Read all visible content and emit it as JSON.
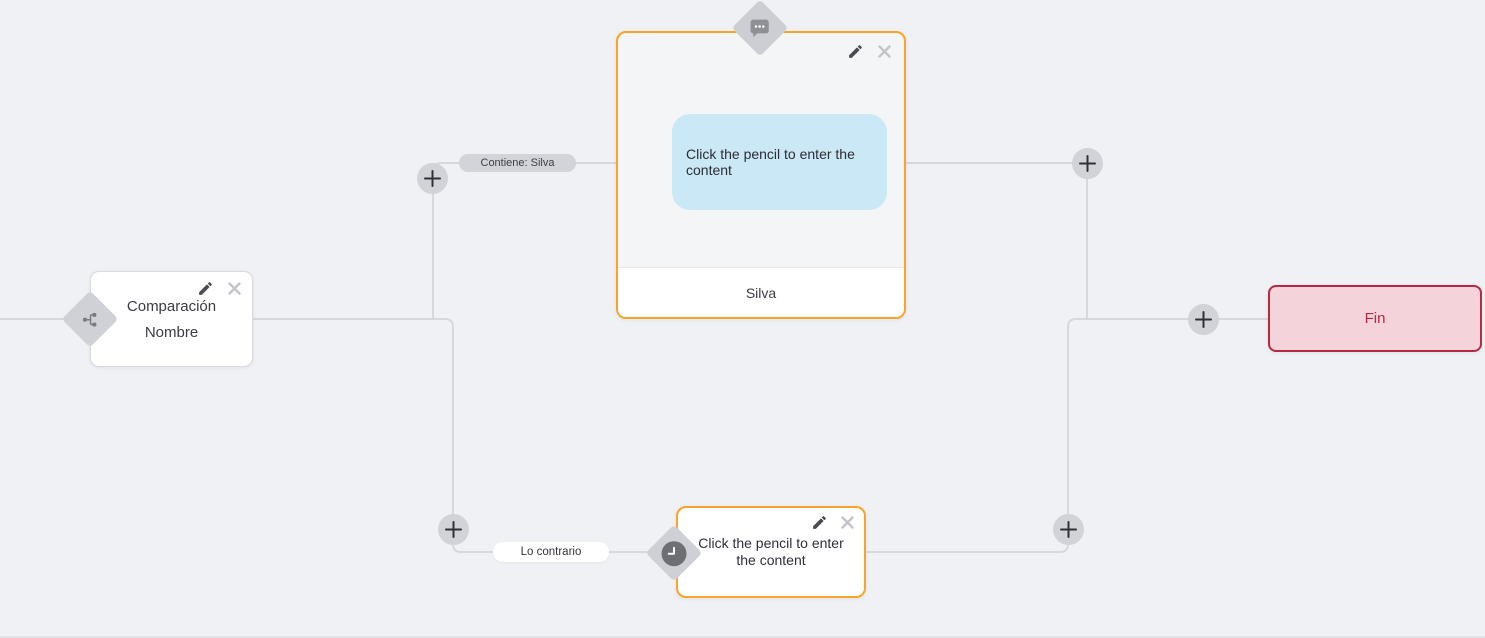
{
  "app": {
    "background_color": "#eff1f4",
    "connector_color": "#d7d8dd",
    "accent_orange": "#f7a42a",
    "accent_red": "#b32b45",
    "bubble_blue": "#cbe8f6",
    "end_fill": "#f4d3da"
  },
  "nodes": {
    "condition": {
      "title_line1": "Comparación",
      "title_line2": "Nombre",
      "type_icon": "branch-icon"
    },
    "message": {
      "bubble_text": "Click the pencil to enter the content",
      "footer_label": "Silva",
      "type_icon": "chat-icon"
    },
    "delay": {
      "placeholder_text": "Click the pencil to enter the content",
      "type_icon": "clock-icon"
    },
    "end": {
      "label": "Fin"
    }
  },
  "edges": {
    "match_label": "Contiene: Silva",
    "else_label": "Lo contrario"
  },
  "controls": {
    "edit_icon": "pencil-icon",
    "delete_icon": "close-icon",
    "add_icon": "plus-icon"
  }
}
